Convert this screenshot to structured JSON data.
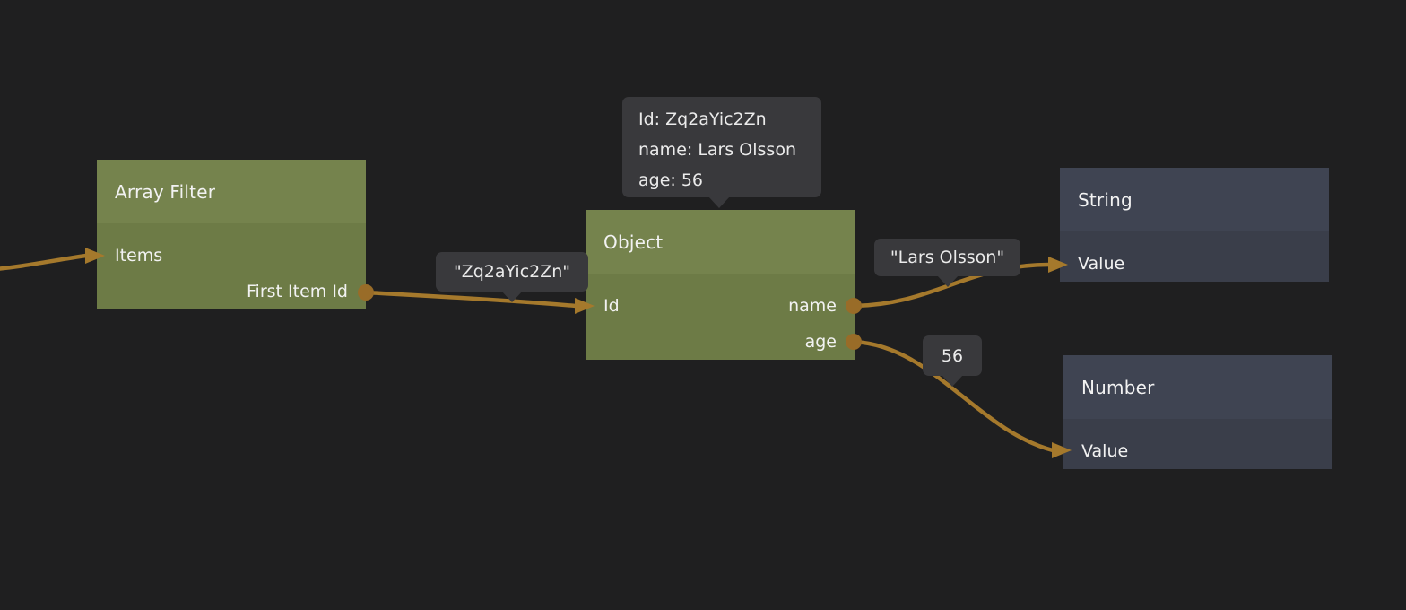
{
  "editor": {
    "background_color": "#1f1f20",
    "wire_color": "#a5792c",
    "port_color": "#996c28",
    "node_green_header": "#75834d",
    "node_green_body": "#6d7b46",
    "node_slate_header": "#3f4452",
    "node_slate_body": "#3a3e4a"
  },
  "nodes": {
    "array_filter": {
      "title": "Array Filter",
      "inputs": [
        {
          "label": "Items"
        }
      ],
      "outputs": [
        {
          "label": "First Item Id"
        }
      ]
    },
    "object": {
      "title": "Object",
      "inputs": [
        {
          "label": "Id"
        }
      ],
      "outputs": [
        {
          "label": "name"
        },
        {
          "label": "age"
        }
      ]
    },
    "string": {
      "title": "String",
      "inputs": [
        {
          "label": "Value"
        }
      ],
      "outputs": []
    },
    "number": {
      "title": "Number",
      "inputs": [
        {
          "label": "Value"
        }
      ],
      "outputs": []
    }
  },
  "tooltips": {
    "object_preview": {
      "line1": "Id: Zq2aYic2Zn",
      "line2": "name: Lars Olsson",
      "line3": "age: 56"
    },
    "id_wire_value": "\"Zq2aYic2Zn\"",
    "name_wire_value": "\"Lars Olsson\"",
    "age_wire_value": "56"
  }
}
